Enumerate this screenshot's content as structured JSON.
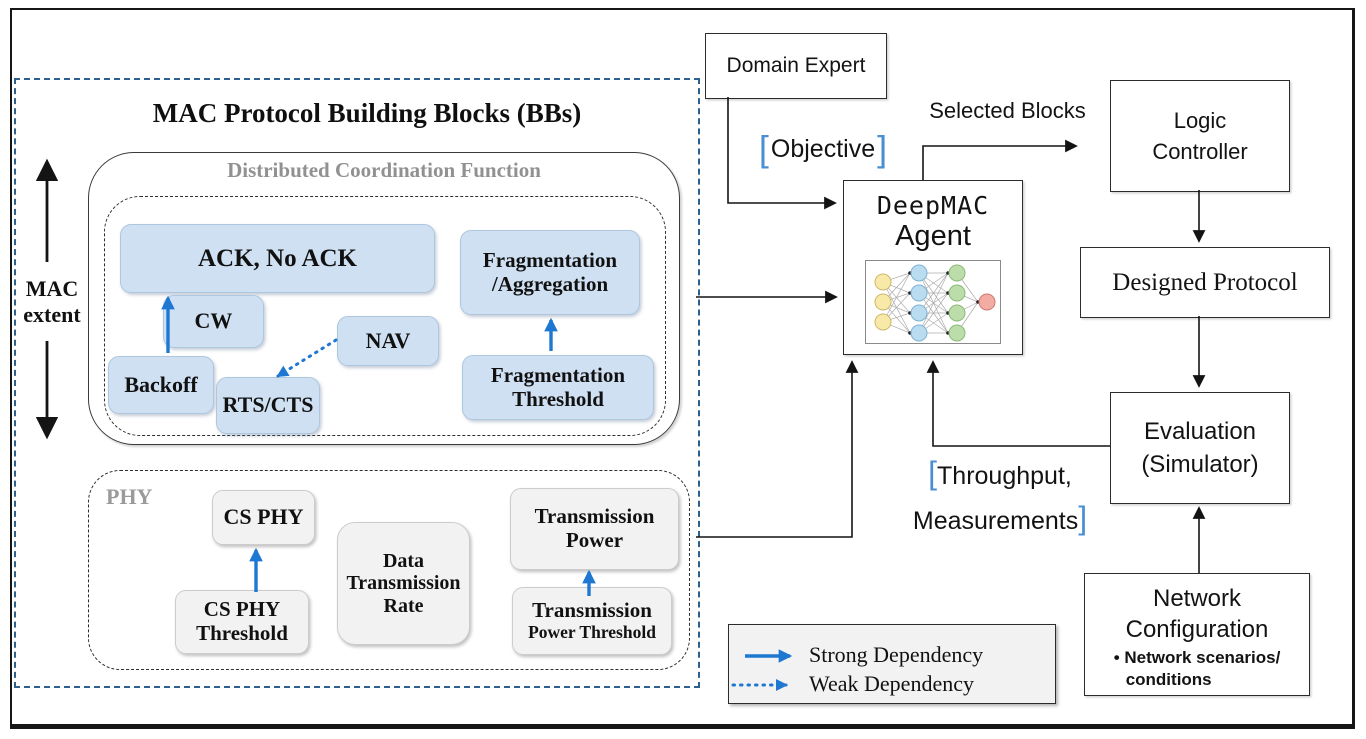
{
  "colors": {
    "dependency_arrow_blue": "#1e78d2",
    "bracket_blue": "#4a8fd3",
    "bb_block_blue": "#cfe0f2",
    "bb_block_gray": "#f2f2f2",
    "panel_dashed_navy": "#2b608f",
    "section_label_gray": "#919191",
    "nn_node_yellow": "#f9e9a9",
    "nn_node_blue": "#badcf0",
    "nn_node_green": "#bcdcaa",
    "nn_node_red": "#f2aca4"
  },
  "bb_panel": {
    "title": "MAC Protocol Building Blocks (BBs)",
    "mac_extent": {
      "line1": "MAC",
      "line2": "extent"
    },
    "dcf": {
      "label": "Distributed Coordination Function",
      "blocks": {
        "ack": "ACK, No ACK",
        "cw": "CW",
        "nav": "NAV",
        "backoff": "Backoff",
        "rts_cts": "RTS/CTS",
        "frag_agg": {
          "line1": "Fragmentation",
          "line2": "/Aggregation"
        },
        "frag_threshold": {
          "line1": "Fragmentation",
          "line2": "Threshold"
        }
      }
    },
    "phy": {
      "label": "PHY",
      "blocks": {
        "cs_phy": "CS PHY",
        "cs_phy_threshold": {
          "line1": "CS PHY",
          "line2": "Threshold"
        },
        "data_tx_rate": {
          "line1": "Data",
          "line2": "Transmission",
          "line3": "Rate"
        },
        "tx_power": {
          "line1": "Transmission",
          "line2": "Power"
        },
        "tx_power_threshold": {
          "line1": "Transmission",
          "line2": "Power Threshold"
        }
      }
    }
  },
  "flow": {
    "domain_expert": "Domain Expert",
    "objective": {
      "open_bracket": "[",
      "label": "Objective",
      "close_bracket": "]"
    },
    "selected_blocks": "Selected Blocks",
    "deepmac": {
      "line1": "DeepMAC",
      "line2": "Agent"
    },
    "logic_controller": {
      "line1": "Logic",
      "line2": "Controller"
    },
    "designed_protocol": "Designed Protocol",
    "evaluation": {
      "line1": "Evaluation",
      "line2": "(Simulator)"
    },
    "feedback": {
      "open_bracket": "[",
      "line1": "Throughput,",
      "line2": "Measurements",
      "close_bracket": "]"
    },
    "network_config": {
      "line1": "Network",
      "line2": "Configuration",
      "bullet": "•",
      "bullet_line1": "Network scenarios/",
      "bullet_line2": "conditions"
    }
  },
  "legend": {
    "strong": "Strong Dependency",
    "weak": "Weak Dependency"
  }
}
